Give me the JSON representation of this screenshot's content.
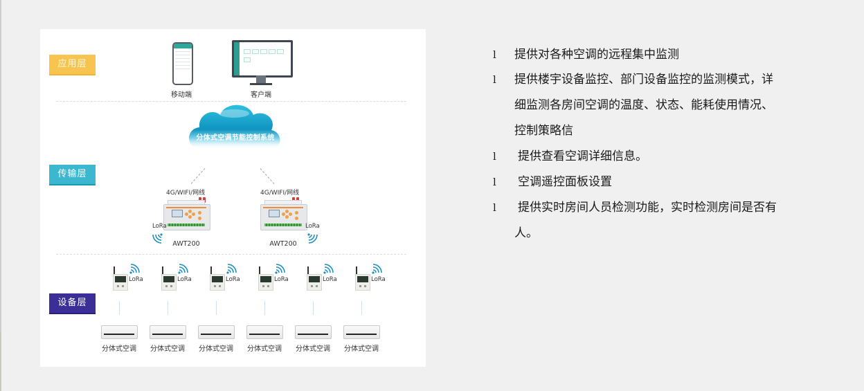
{
  "diagram": {
    "layers": {
      "app": {
        "label": "应用层",
        "color": "#f8c450"
      },
      "transport": {
        "label": "传输层",
        "color": "#3bb8cf"
      },
      "device": {
        "label": "设备层",
        "color": "#3b2f97"
      }
    },
    "app_clients": [
      {
        "label": "移动端",
        "icon": "smartphone-icon"
      },
      {
        "label": "客户端",
        "icon": "desktop-monitor-icon"
      }
    ],
    "cloud": {
      "label": "分体式空调节能控制系统",
      "color": "#1fa6cc"
    },
    "gateways": [
      {
        "uplink": "4G/WIFI/网线",
        "model": "AWT200",
        "radio": "LoRa"
      },
      {
        "uplink": "4G/WIFI/网线",
        "model": "AWT200",
        "radio": "LoRa"
      }
    ],
    "devices": [
      {
        "radio": "LoRa",
        "unit": "分体式空调"
      },
      {
        "radio": "LoRa",
        "unit": "分体式空调"
      },
      {
        "radio": "LoRa",
        "unit": "分体式空调"
      },
      {
        "radio": "LoRa",
        "unit": "分体式空调"
      },
      {
        "radio": "LoRa",
        "unit": "分体式空调"
      },
      {
        "radio": "LoRa",
        "unit": "分体式空调"
      }
    ]
  },
  "features": {
    "bullet": "l",
    "items": [
      {
        "lines": [
          "提供对各种空调的远程集中监测"
        ]
      },
      {
        "lines": [
          "提供楼宇设备监控、部门设备监控的监测模式，详",
          "细监测各房间空调的温度、状态、能耗使用情况、",
          "控制策略信"
        ]
      },
      {
        "lines": [
          "提供查看空调详细信息。"
        ]
      },
      {
        "lines": [
          "空调遥控面板设置"
        ]
      },
      {
        "lines": [
          "提供实时房间人员检测功能，实时检测房间是否有",
          "人。"
        ]
      }
    ]
  }
}
